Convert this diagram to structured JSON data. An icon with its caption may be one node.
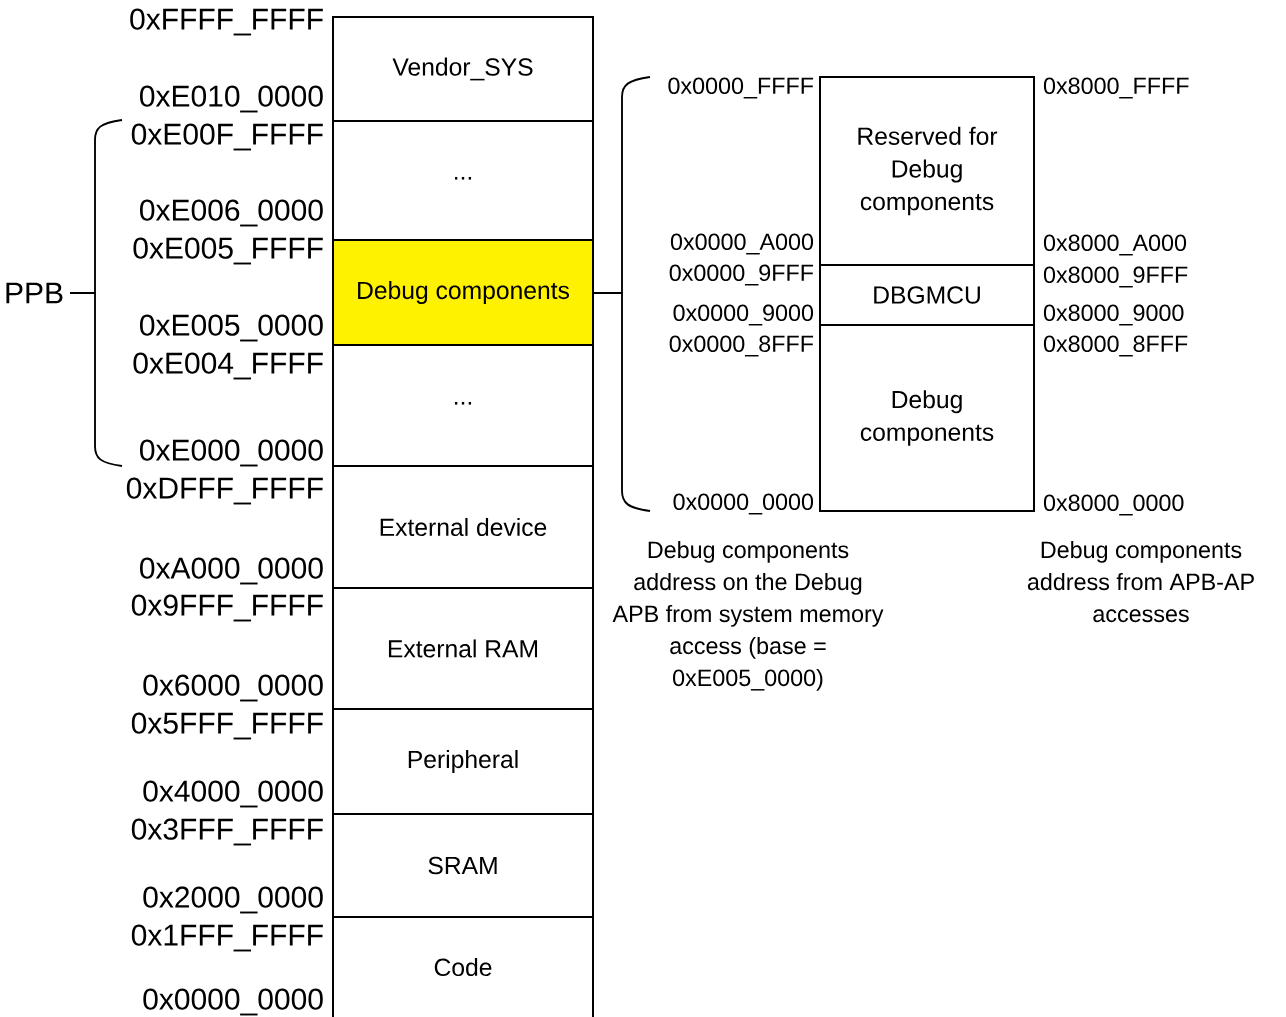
{
  "diagram": {
    "nodes": [
      {
        "text": [
          "Vendor_SYS"
        ]
      },
      {
        "text": [
          "..."
        ]
      },
      {
        "text": [
          "Debug components"
        ]
      },
      {
        "text": [
          "..."
        ]
      },
      {
        "text": [
          "External device"
        ]
      },
      {
        "text": [
          "External RAM"
        ]
      },
      {
        "text": [
          "Peripheral"
        ]
      },
      {
        "text": [
          "SRAM"
        ]
      },
      {
        "text": [
          "Code"
        ]
      },
      {
        "text": [
          "Reserved for Debug components"
        ]
      },
      {
        "text": [
          "DBGMCU"
        ]
      },
      {
        "text": [
          "Debug components"
        ]
      }
    ],
    "labels": [
      "0xFFFF_FFFF",
      "0xE010_0000",
      "0xE00F_FFFF",
      "0xE006_0000",
      "0xE005_FFFF",
      "0xE005_0000",
      "0xE004_FFFF",
      "0xE000_0000",
      "0xDFFF_FFFF",
      "0xA000_0000",
      "0x9FFF_FFFF",
      "0x6000_0000",
      "0x5FFF_FFFF",
      "0x4000_0000",
      "0x3FFF_FFFF",
      "0x2000_0000",
      "0x1FFF_FFFF",
      "0x0000_0000",
      "PPB",
      "0x0000_FFFF",
      "0x0000_A000",
      "0x0000_9FFF",
      "0x0000_9000",
      "0x0000_8FFF",
      "0x0000_0000",
      "0x8000_FFFF",
      "0x8000_A000",
      "0x8000_9FFF",
      "0x8000_9000",
      "0x8000_8FFF",
      "0x8000_0000",
      "Debug components address on the Debug APB from system memory access (base = 0xE005_0000)",
      "Debug components address from APB-AP accesses"
    ]
  }
}
